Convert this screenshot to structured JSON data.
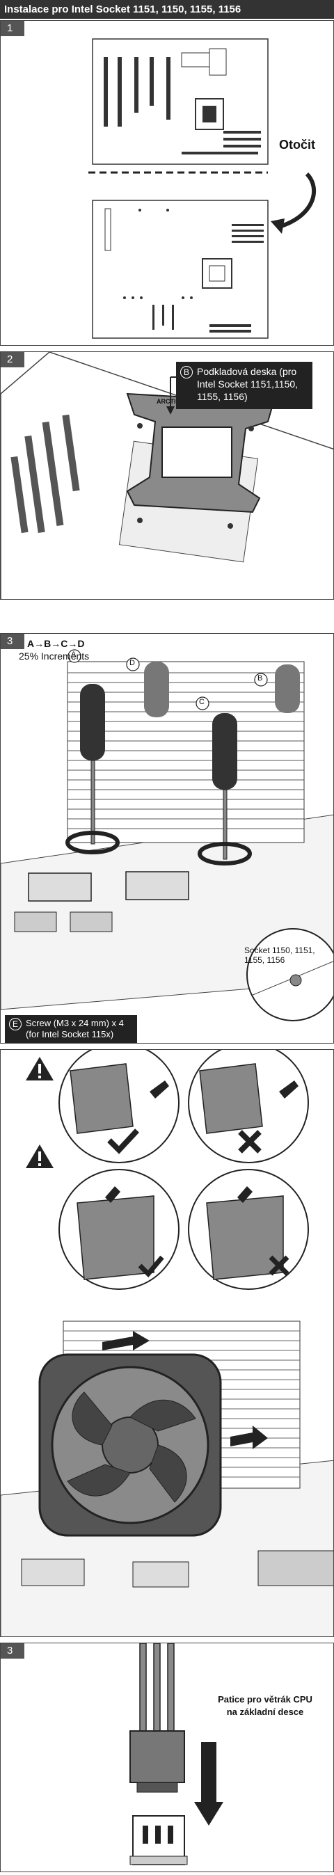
{
  "header": {
    "title": "Instalace pro Intel Socket 1151, 1150, 1155, 1156"
  },
  "panel1": {
    "number": "1",
    "rotate_label": "Otočit"
  },
  "panel2": {
    "number": "2",
    "callout_letter": "B",
    "callout_text_1": "Podkladová deska  (pro",
    "callout_text_2": "Intel Socket 1151,1150,",
    "callout_text_3": "1155, 1156)",
    "bracket_logo": "ARCTIC"
  },
  "panel3": {
    "number": "3",
    "sequence": "A→B→C→D",
    "increments": "25% Increments",
    "labels": [
      "A",
      "B",
      "C",
      "D"
    ],
    "screw_letter": "E",
    "screw_text_1": "Screw (M3 x 24 mm) x 4",
    "screw_text_2": "(for Intel Socket 115x)",
    "socket_text_1": "Socket 1150, 1151,",
    "socket_text_2": "1155, 1156"
  },
  "panel5": {
    "number": "3",
    "label_1": "Patice pro větrák CPU",
    "label_2": "na základní desce"
  },
  "colors": {
    "header_bg": "#333333",
    "callout_bg": "#222222",
    "line": "#222222",
    "fill_gray": "#8a8a8a",
    "light_gray": "#e6e6e6"
  }
}
